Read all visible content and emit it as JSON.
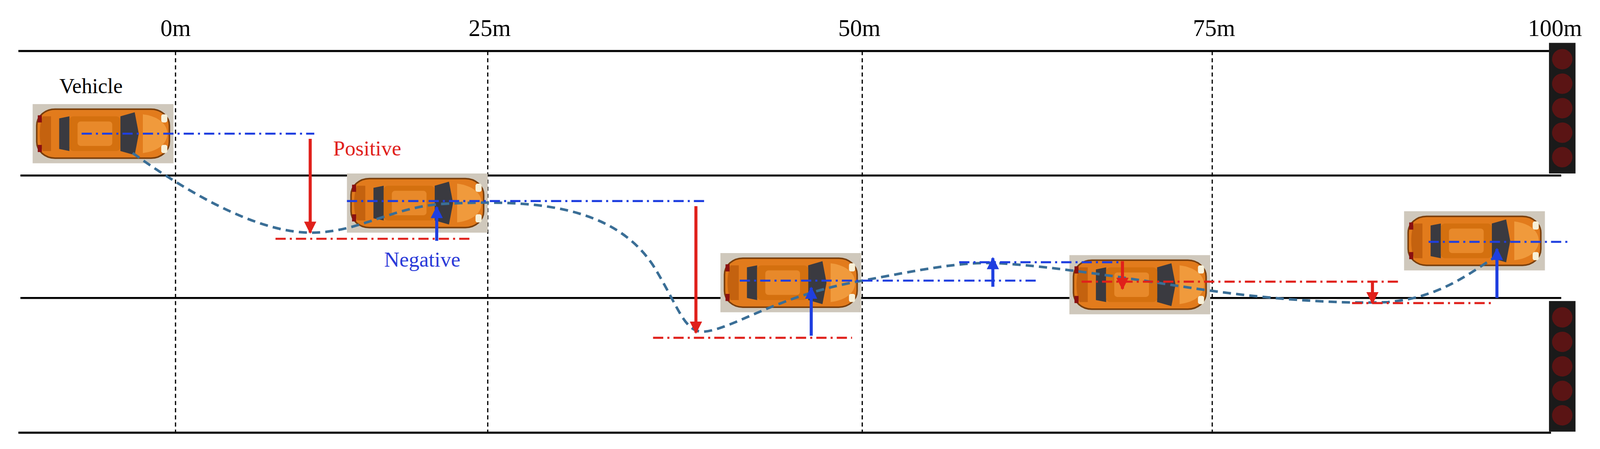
{
  "diagram": {
    "labels": [
      "0m",
      "25m",
      "50m",
      "75m",
      "100m",
      "Vehicle",
      "Positive",
      "Negative"
    ]
  }
}
